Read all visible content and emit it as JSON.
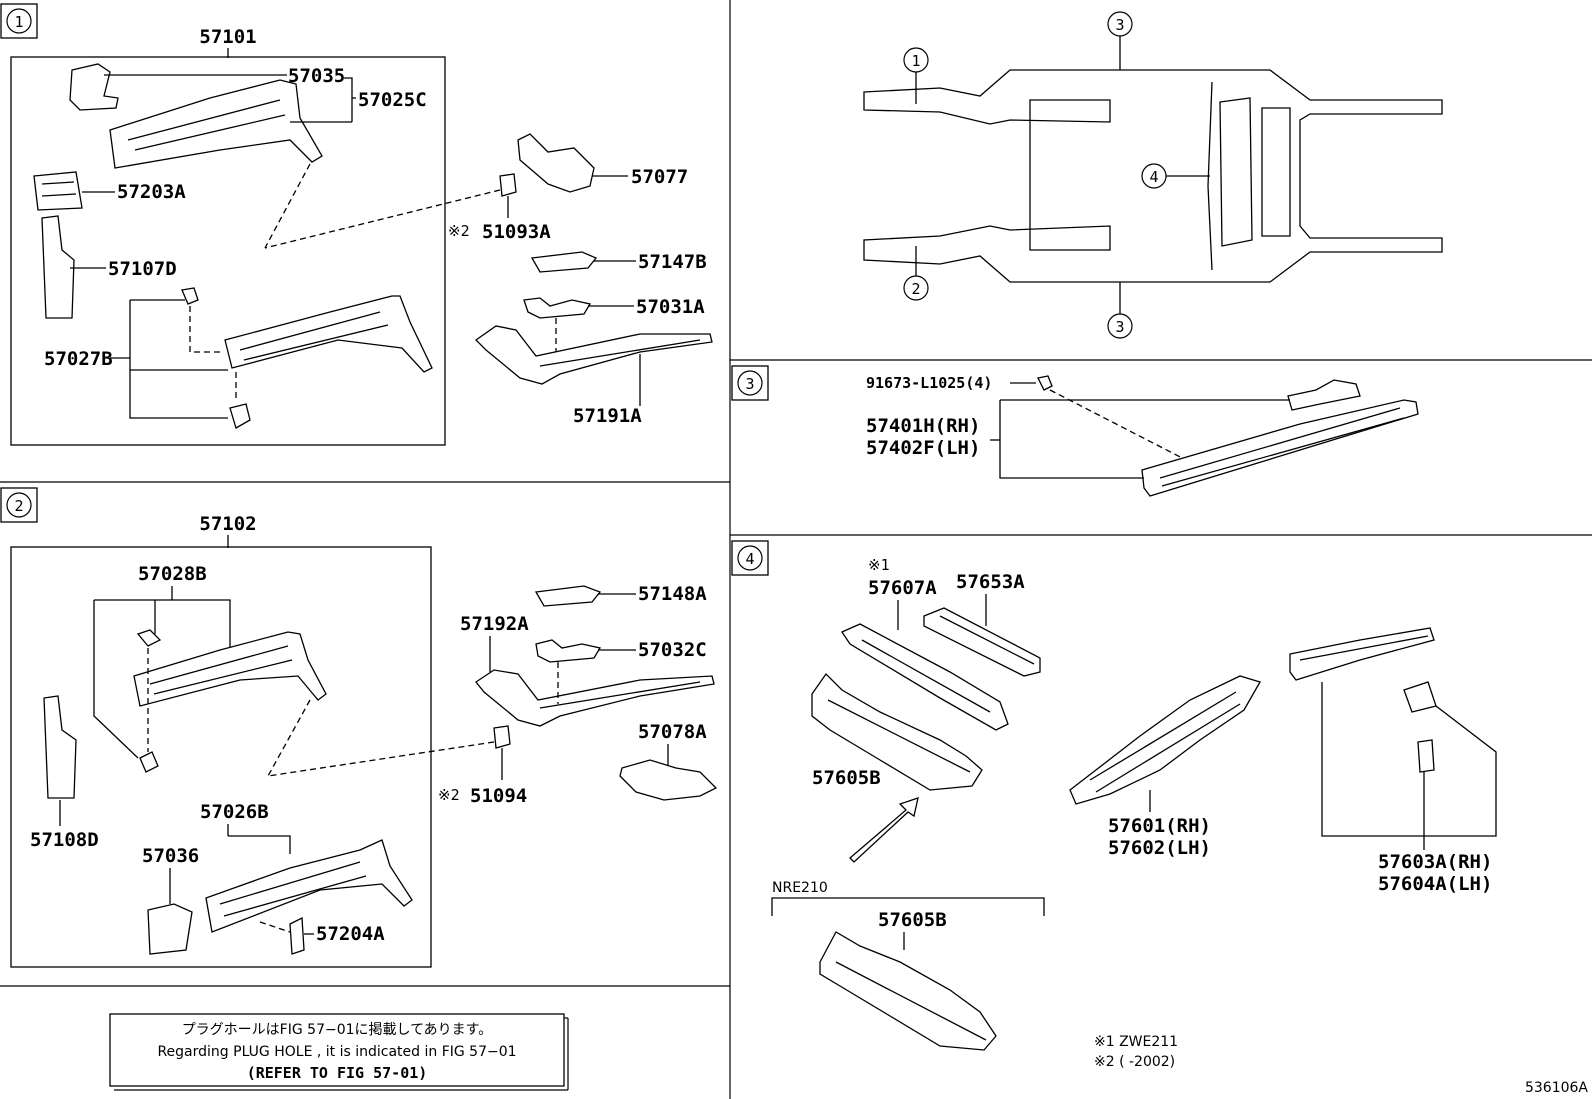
{
  "section_markers": {
    "s1": "1",
    "s2": "2",
    "s3": "3",
    "s4": "4"
  },
  "overview": {
    "c1": "1",
    "c2": "2",
    "c3_top": "3",
    "c3_bottom": "3",
    "c4": "4"
  },
  "section1": {
    "assembly": "57101",
    "p57035": "57035",
    "p57025C": "57025C",
    "p57203A": "57203A",
    "p57107D": "57107D",
    "p57027B": "57027B",
    "p57077": "57077",
    "p51093A_mark": "※2",
    "p51093A": "51093A",
    "p57147B": "57147B",
    "p57031A": "57031A",
    "p57191A": "57191A"
  },
  "section2": {
    "assembly": "57102",
    "p57028B": "57028B",
    "p57108D": "57108D",
    "p57026B": "57026B",
    "p57036": "57036",
    "p57204A": "57204A",
    "p57148A": "57148A",
    "p57192A": "57192A",
    "p57032C": "57032C",
    "p57078A": "57078A",
    "p51094_mark": "※2",
    "p51094": "51094"
  },
  "section3": {
    "bolt": "91673-L1025(4)",
    "rh": "57401H(RH)",
    "lh": "57402F(LH)"
  },
  "section4": {
    "p57607A_mark": "※1",
    "p57607A": "57607A",
    "p57653A": "57653A",
    "p57605B": "57605B",
    "p57601": "57601(RH)",
    "p57602": "57602(LH)",
    "p57603A": "57603A(RH)",
    "p57604A": "57604A(LH)",
    "variant": "NRE210",
    "variant_part": "57605B"
  },
  "footnote_box": {
    "line1": "プラグホールはFIG 57−01に掲載してあります。",
    "line2": "Regarding  PLUG  HOLE , it is indicated in FIG  57−01",
    "line3": "(REFER TO FIG 57-01)"
  },
  "notes": {
    "n1": "※1 ZWE211",
    "n2": "※2 (       -2002)"
  },
  "figure_id": "536106A"
}
